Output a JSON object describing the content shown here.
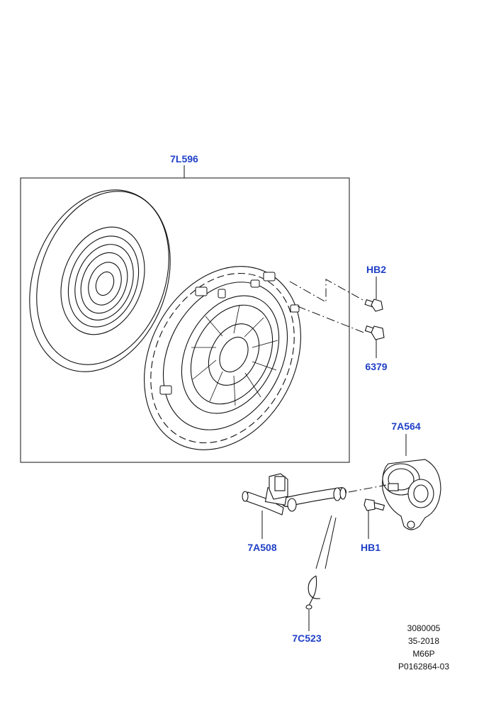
{
  "callouts": {
    "clutch_kit": "7L596",
    "bolt_top": "HB2",
    "bolt_bottom": "6379",
    "slave_cylinder": "7A564",
    "hydraulic_line": "7A508",
    "slave_bolt": "HB1",
    "clip": "7C523"
  },
  "reference": {
    "line1": "3080005",
    "line2": "35-2018",
    "line3": "M66P",
    "line4": "P0162864-03"
  },
  "colors": {
    "callout": "#1f3fc8",
    "line": "#111111",
    "background": "#ffffff"
  }
}
